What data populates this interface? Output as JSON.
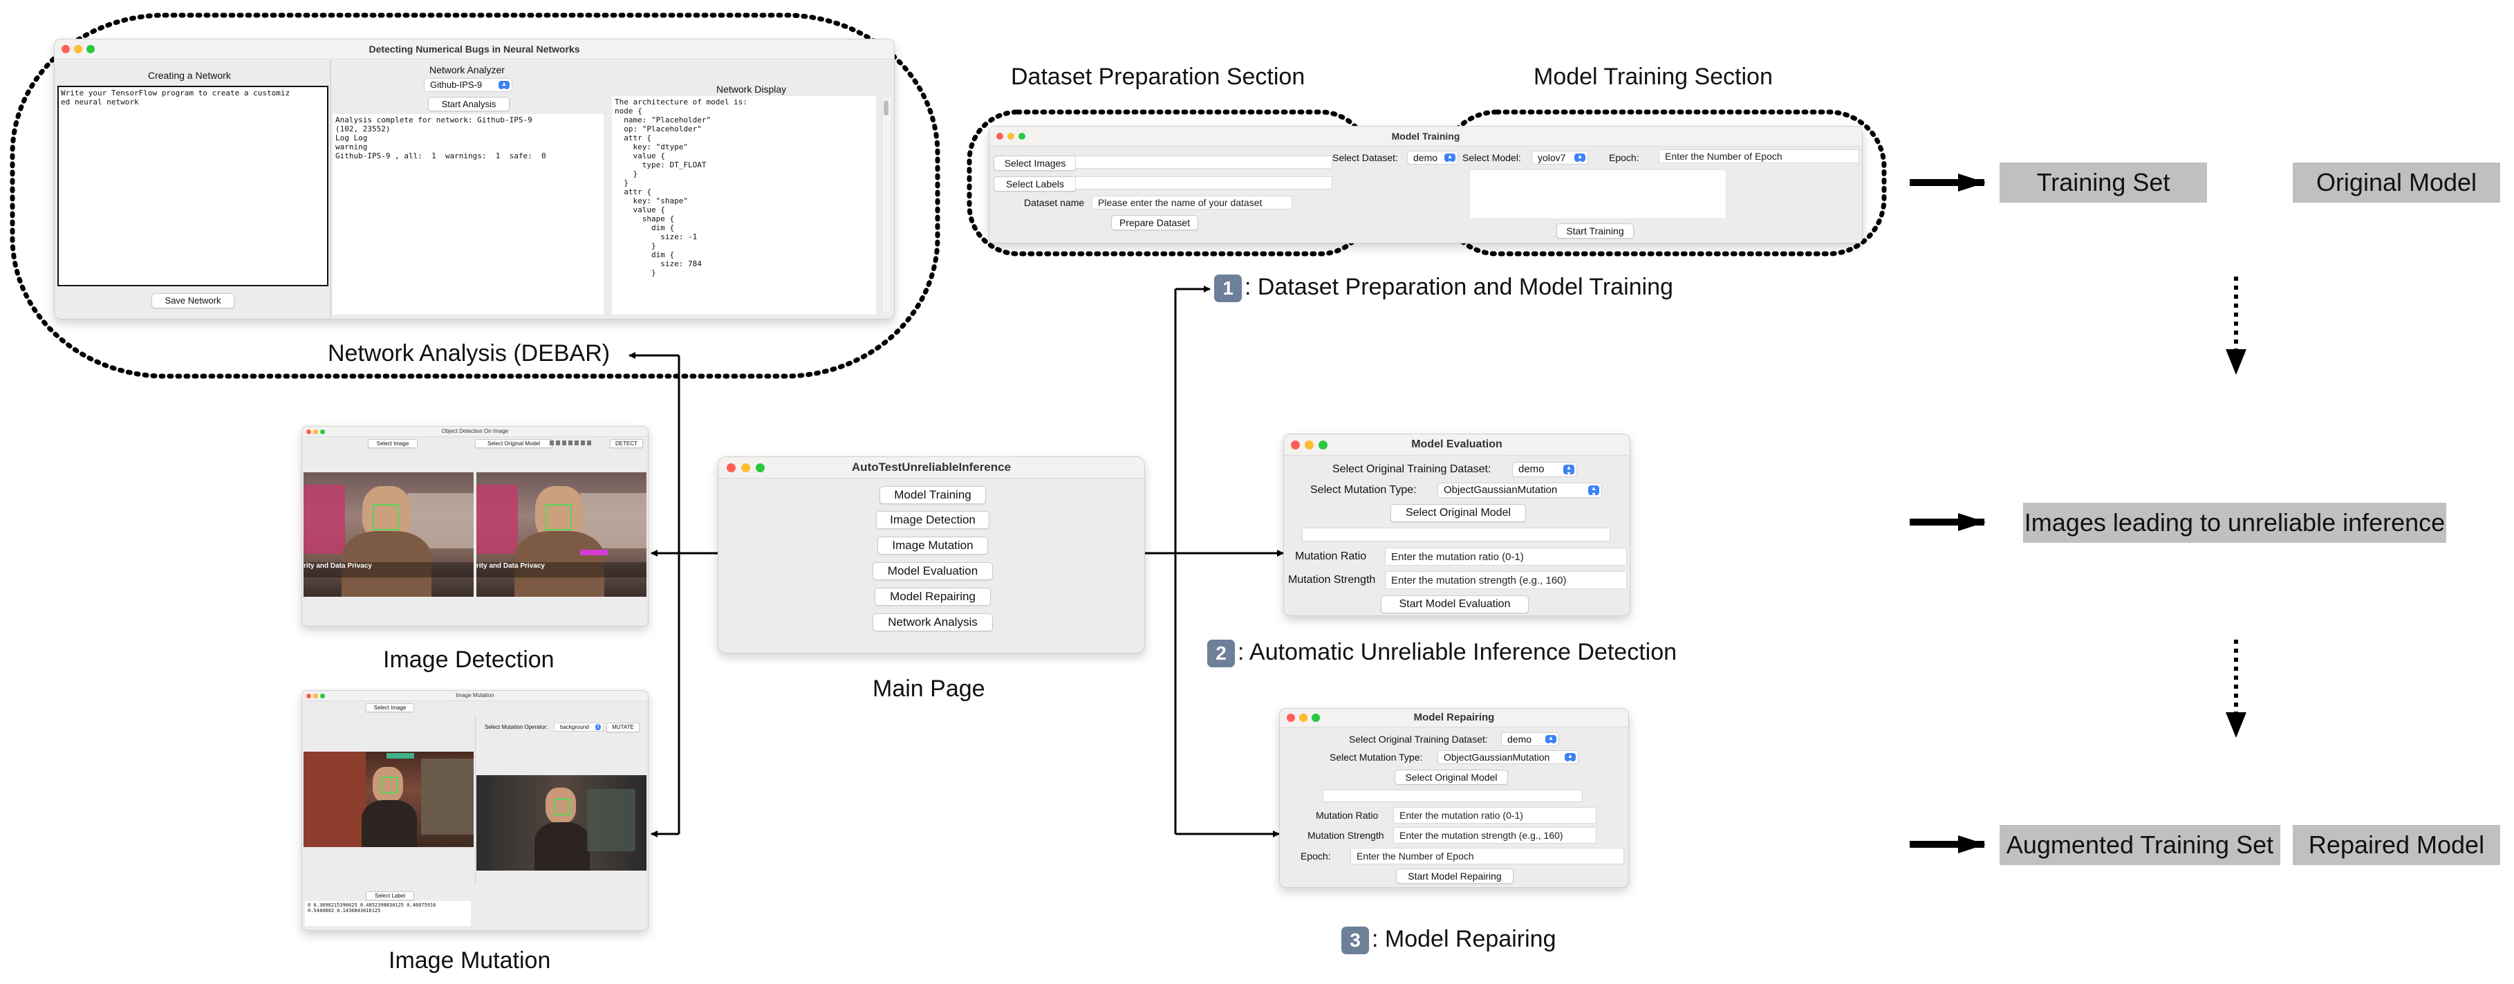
{
  "captions": {
    "network_analysis": "Network Analysis (DEBAR)",
    "image_detection": "Image Detection",
    "image_mutation": "Image Mutation",
    "main_page": "Main Page",
    "dataset_prep_section": "Dataset Preparation Section",
    "model_training_section": "Model Training Section",
    "step1_num": "1",
    "step1": ": Dataset Preparation and Model Training",
    "step2_num": "2",
    "step2": ": Automatic Unreliable Inference Detection",
    "step3_num": "3",
    "step3": ": Model Repairing"
  },
  "outputs": {
    "training_set": "Training Set",
    "original_model": "Original Model",
    "unreliable_images": "Images leading to unreliable inference",
    "augmented_set": "Augmented Training Set",
    "repaired_model": "Repaired Model"
  },
  "debar": {
    "title": "Detecting Numerical Bugs in Neural Networks",
    "create_header": "Creating a Network",
    "editor_text": "Write your TensorFlow program to create a customiz\ned neural network",
    "save_button": "Save Network",
    "analyzer_header": "Network Analyzer",
    "network_select": "Github-IPS-9",
    "start_analysis": "Start Analysis",
    "analysis_output": "Analysis complete for network: Github-IPS-9\n(102, 23552)\nLog Log\nwarning\nGithub-IPS-9 , all:  1  warnings:  1  safe:  0",
    "display_header": "Network Display",
    "display_text": "The architecture of model is:\nnode {\n  name: \"Placeholder\"\n  op: \"Placeholder\"\n  attr {\n    key: \"dtype\"\n    value {\n      type: DT_FLOAT\n    }\n  }\n  attr {\n    key: \"shape\"\n    value {\n      shape {\n        dim {\n          size: -1\n        }\n        dim {\n          size: 784\n        }"
  },
  "main_window": {
    "title": "AutoTestUnreliableInference",
    "buttons": [
      "Model Training",
      "Image Detection",
      "Image Mutation",
      "Model Evaluation",
      "Model Repairing",
      "Network Analysis"
    ]
  },
  "training_window": {
    "title": "Model Training",
    "select_images": "Select Images",
    "select_labels": "Select Labels",
    "dataset_name_label": "Dataset name",
    "dataset_name_value": "Please enter the name of your dataset",
    "prepare_button": "Prepare Dataset",
    "select_dataset_label": "Select Dataset:",
    "dataset_value": "demo",
    "select_model_label": "Select Model:",
    "model_value": "yolov7",
    "epoch_label": "Epoch:",
    "epoch_value": "Enter the Number of Epoch",
    "start_training": "Start Training"
  },
  "detection_window": {
    "title": "Object Detection On Image",
    "select_image": "Select Image",
    "select_model": "Select Original Model",
    "detect": "DETECT",
    "banner_text": "rity and Data Privacy"
  },
  "mutation_window": {
    "title": "Image Mutation",
    "select_image": "Select Image",
    "operator_label": "Select Mutation Operator:",
    "operator_value": "background",
    "mutate": "MUTATE",
    "select_label": "Select Label",
    "label_text": "0 0.3690215390625 0.4852398830125 0.46075916\n0.5440802 0.1436843016125"
  },
  "evaluation_window": {
    "title": "Model Evaluation",
    "dataset_label": "Select Original Training Dataset:",
    "dataset_value": "demo",
    "mutation_type_label": "Select Mutation Type:",
    "mutation_type_value": "ObjectGaussianMutation",
    "select_model": "Select Original Model",
    "ratio_label": "Mutation Ratio",
    "ratio_value": "Enter the mutation ratio (0-1)",
    "strength_label": "Mutation Strength",
    "strength_value": "Enter the mutation strength (e.g., 160)",
    "start": "Start Model Evaluation"
  },
  "repairing_window": {
    "title": "Model Repairing",
    "dataset_label": "Select Original Training Dataset:",
    "dataset_value": "demo",
    "mutation_type_label": "Select Mutation Type:",
    "mutation_type_value": "ObjectGaussianMutation",
    "select_model": "Select Original Model",
    "ratio_label": "Mutation Ratio",
    "ratio_value": "Enter the mutation ratio (0-1)",
    "strength_label": "Mutation Strength",
    "strength_value": "Enter the mutation strength (e.g., 160)",
    "epoch_label": "Epoch:",
    "epoch_value": "Enter the Number of Epoch",
    "start": "Start Model Repairing"
  },
  "colors": {
    "output_box": "#c0c0c0",
    "badge": "#6d7f99",
    "select_accent": "#3b82f6"
  }
}
